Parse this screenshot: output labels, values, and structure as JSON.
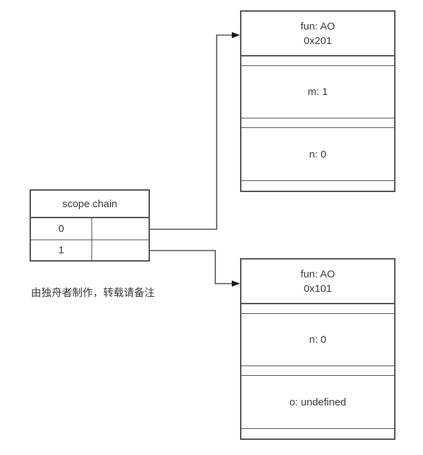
{
  "scope_chain": {
    "title": "scope chain",
    "rows": [
      {
        "index": "0"
      },
      {
        "index": "1"
      }
    ]
  },
  "ao_boxes": [
    {
      "title_line1": "fun: AO",
      "title_line2": "0x201",
      "fields": [
        "m: 1",
        "n: 0"
      ]
    },
    {
      "title_line1": "fun: AO",
      "title_line2": "0x101",
      "fields": [
        "n: 0",
        "o: undefined"
      ]
    }
  ],
  "watermark": "由独舟者制作，转载请备注",
  "colors": {
    "line": "#4d4d4d",
    "arrowhead": "#1a1a1a",
    "text": "#333333",
    "background": "#ffffff"
  }
}
